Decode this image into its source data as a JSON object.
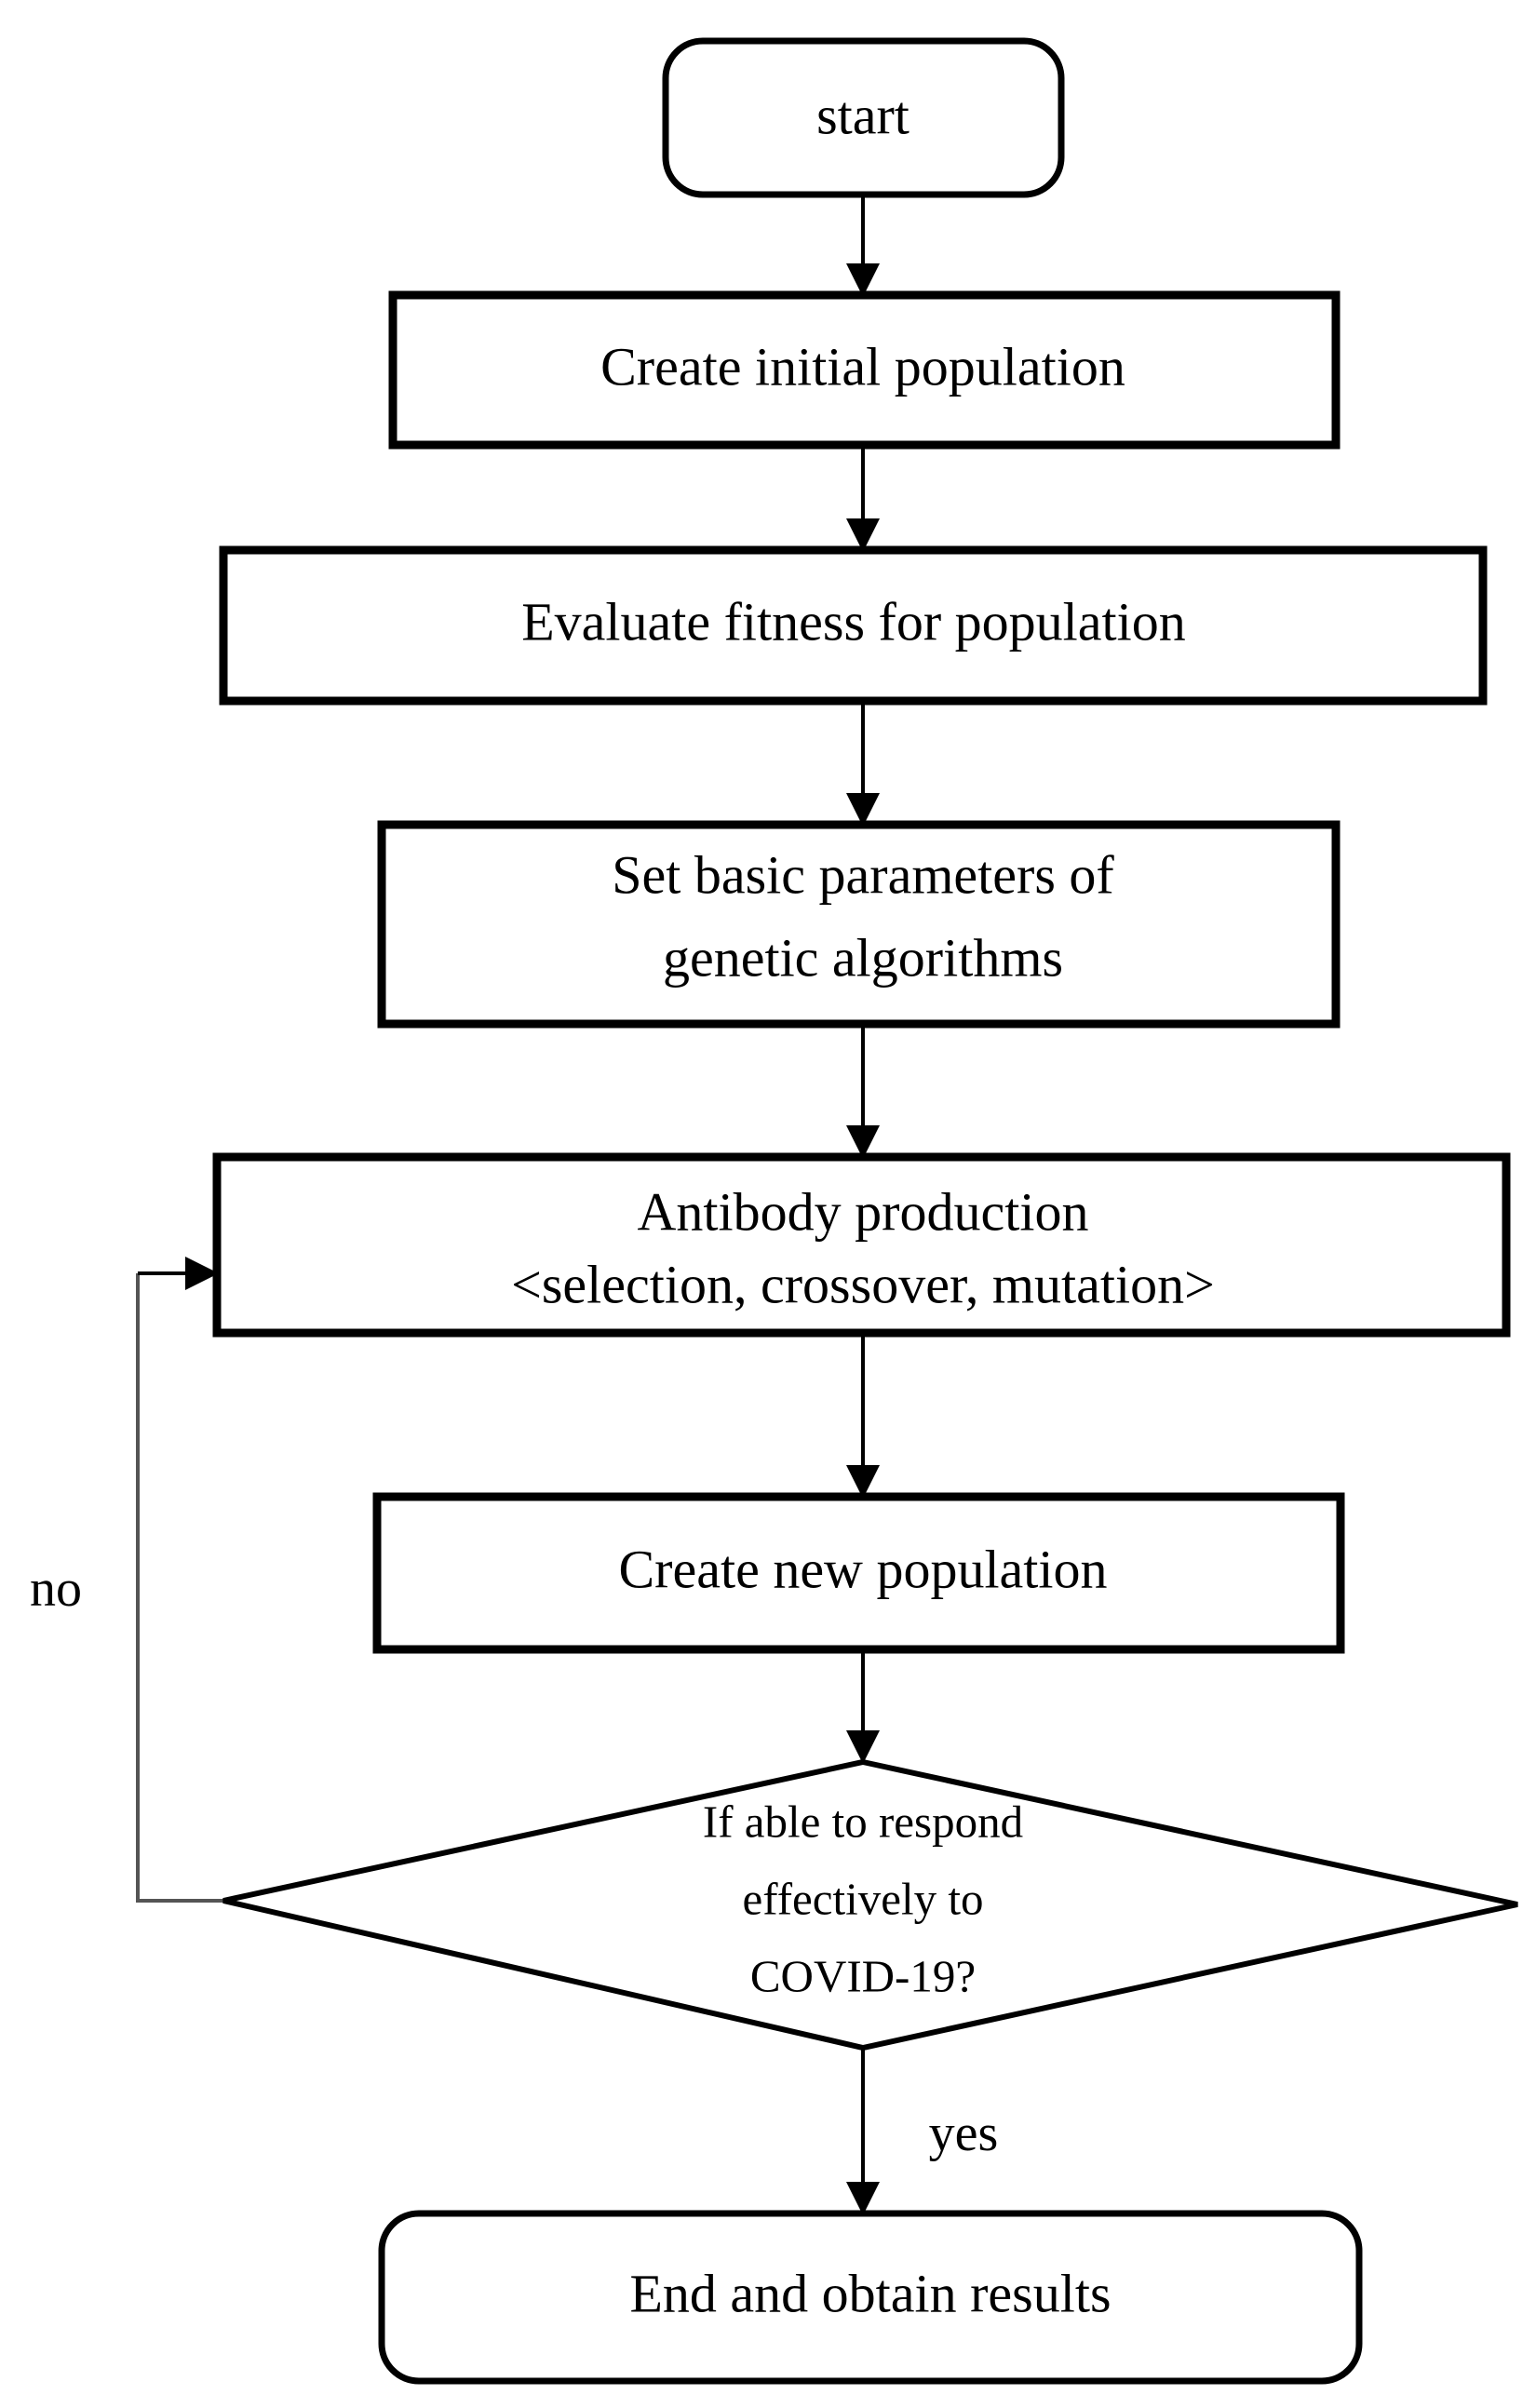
{
  "diagram": {
    "type": "flowchart",
    "title": "Genetic algorithm antibody production flowchart",
    "background_color": "#ffffff",
    "stroke_color": "#000000",
    "loop_stroke_color": "#555555"
  },
  "nodes": {
    "start": {
      "label": "start",
      "shape": "rounded-rectangle"
    },
    "create_initial_population": {
      "label": "Create initial population",
      "shape": "rectangle"
    },
    "evaluate_fitness": {
      "label": "Evaluate fitness for population",
      "shape": "rectangle"
    },
    "set_parameters": {
      "shape": "rectangle",
      "line1": "Set basic parameters of",
      "line2": "genetic algorithms"
    },
    "antibody_production": {
      "shape": "rectangle",
      "line1": "Antibody production",
      "line2": "<selection, crossover, mutation>"
    },
    "create_new_population": {
      "label": "Create new population",
      "shape": "rectangle"
    },
    "decision": {
      "shape": "diamond",
      "line1": "If able to respond",
      "line2": "effectively to",
      "line3": "COVID-19?"
    },
    "end": {
      "label": "End and obtain results",
      "shape": "rounded-rectangle"
    }
  },
  "edge_labels": {
    "no": "no",
    "yes": "yes"
  }
}
